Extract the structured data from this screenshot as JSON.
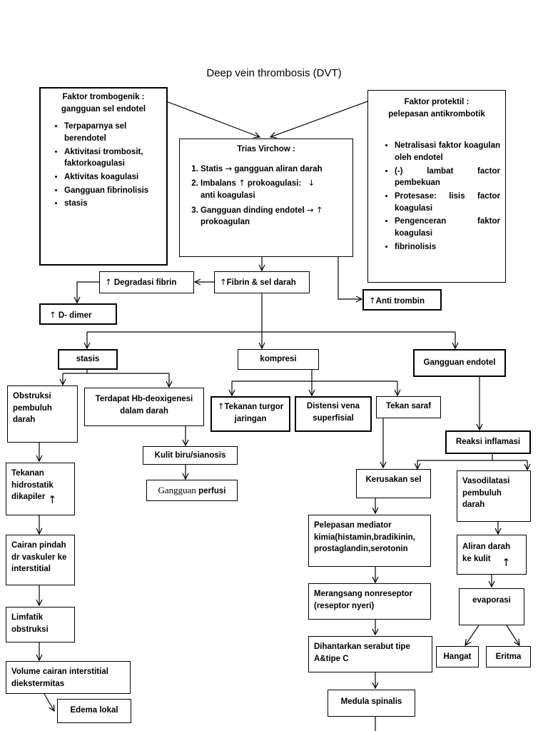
{
  "title": "Deep vein thrombosis (DVT)",
  "faktor_trombogenik": {
    "heading": "Faktor trombogenik : gangguan sel endotel",
    "items": [
      "Terpaparnya sel berendotel",
      "Aktivitasi trombosit, faktorkoagulasi",
      "Aktivitas koagulasi",
      "Gangguan fibrinolisis",
      "stasis"
    ]
  },
  "faktor_protektil": {
    "heading_1": "Faktor protektil :",
    "heading_2": "pelepasan antikrombotik",
    "items": [
      "Netralisasi faktor koagulan oleh endotel",
      "(-) lambat factor pembekuan",
      "Protesase: lisis factor koagulasi",
      "Pengenceran faktor koagulasi",
      "fibrinolisis"
    ]
  },
  "trias_virchow": {
    "heading": "Trias Virchow :",
    "item_1_a": "Statis",
    "item_1_b": "gangguan aliran darah",
    "item_2_a": "Imbalans",
    "item_2_b": "prokoagulasi:",
    "item_2_c": "anti koagulasi",
    "item_3_a": "Gangguan dinding endotel",
    "item_3_b": "prokoagulan"
  },
  "fibrin": "Fibrin & sel darah",
  "degradasi_fibrin": "Degradasi fibrin",
  "d_dimer": "D- dimer",
  "anti_trombin": "Anti trombin",
  "stasis": "stasis",
  "kompresi": "kompresi",
  "gangguan_endotel": "Gangguan endotel",
  "obstruksi": "Obstruksi pembuluh darah",
  "hb_deoxigenesi": "Terdapat Hb-deoxigenesi dalam darah",
  "kulit_biru": "Kulit biru/sianosis",
  "gangguan_perfusi_a": "Gangguan",
  "gangguan_perfusi_b": "perfusi",
  "tekanan_hidrostatik": "Tekanan hidrostatik dikapiler",
  "cairan_pindah": "Cairan pindah dr vaskuler ke interstitial",
  "limfatik": "Limfatik obstruksi",
  "volume_cairan": "Volume cairan interstitial diekstermitas",
  "edema_lokal": "Edema lokal",
  "tekanan_turgor": "Tekanan turgor jaringan",
  "distensi_vena": "Distensi vena superfisial",
  "tekan_saraf": "Tekan saraf",
  "reaksi_inflamasi": "Reaksi inflamasi",
  "kerusakan_sel": "Kerusakan sel",
  "pelepasan_mediator": "Pelepasan mediator kimia(histamin,bradikinin, prostaglandin,serotonin",
  "merangsang": "Merangsang nonreseptor (reseptor nyeri)",
  "dihantarkan": "Dihantarkan serabut tipe A&tipe C",
  "medula": "Medula spinalis",
  "vasodilatasi": "Vasodilatasi pembuluh darah",
  "aliran_darah": "Aliran darah ke kulit",
  "evaporasi": "evaporasi",
  "hangat": "Hangat",
  "eritma": "Eritma",
  "glyphs": {
    "up": "↑",
    "right": "→",
    "down": "↓"
  }
}
